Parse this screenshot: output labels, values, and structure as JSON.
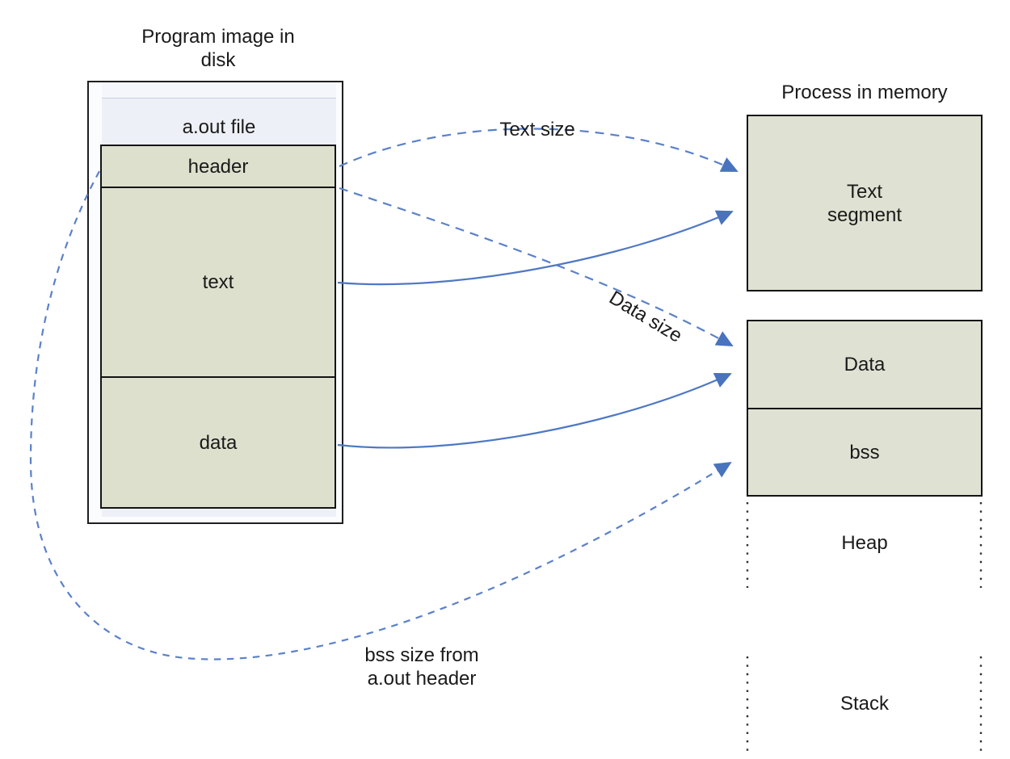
{
  "colors": {
    "arrow_blue": "#4f78c4",
    "dash_blue": "#5b81c9",
    "segment_fill": "#dde0cd",
    "memory_fill": "#dfe2d2",
    "box_border": "#141414",
    "aout_fill": "#edf0f7",
    "disk_fill": "#fbfcfe",
    "dotted_line": "#2e2e2e"
  },
  "disk": {
    "title_lines": [
      "Program image in",
      "disk"
    ],
    "file_label": "a.out file",
    "segments": [
      "header",
      "text",
      "data"
    ]
  },
  "memory": {
    "title": "Process in memory",
    "text_segment_lines": [
      "Text",
      "segment"
    ],
    "data_label": "Data",
    "bss_label": "bss",
    "heap_label": "Heap",
    "stack_label": "Stack"
  },
  "annotations": {
    "text_size": "Text size",
    "data_size": "Data size",
    "bss_size_lines": [
      "bss size from",
      "a.out header"
    ]
  }
}
